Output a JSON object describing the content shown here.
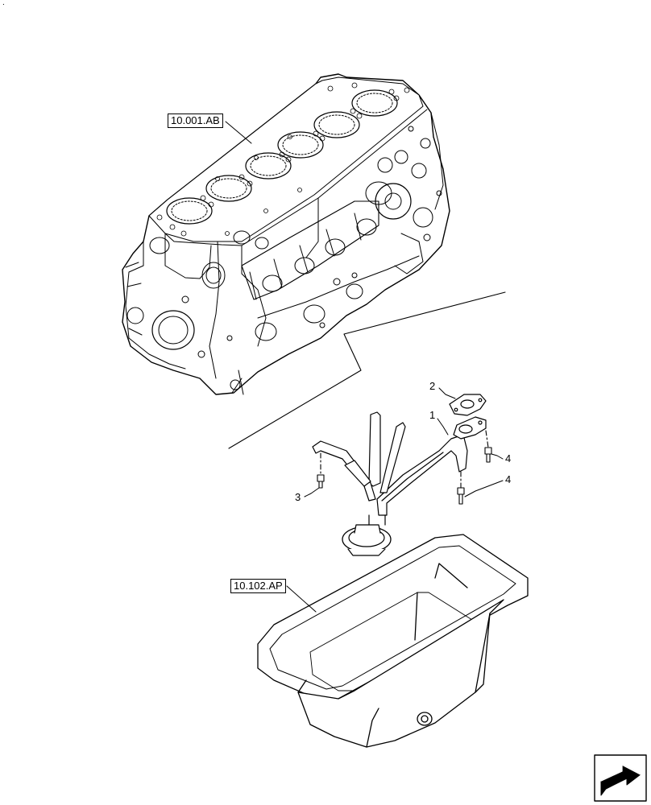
{
  "corner_mark": ".",
  "references": {
    "engine_block": "10.001.AB",
    "oil_pan": "10.102.AP"
  },
  "callouts": {
    "item_1": "1",
    "item_2": "2",
    "item_3": "3",
    "item_4_upper": "4",
    "item_4_lower": "4"
  },
  "icons": {
    "navigation": "next-page-arrow-icon"
  },
  "colors": {
    "line": "#000000",
    "background": "#ffffff"
  }
}
